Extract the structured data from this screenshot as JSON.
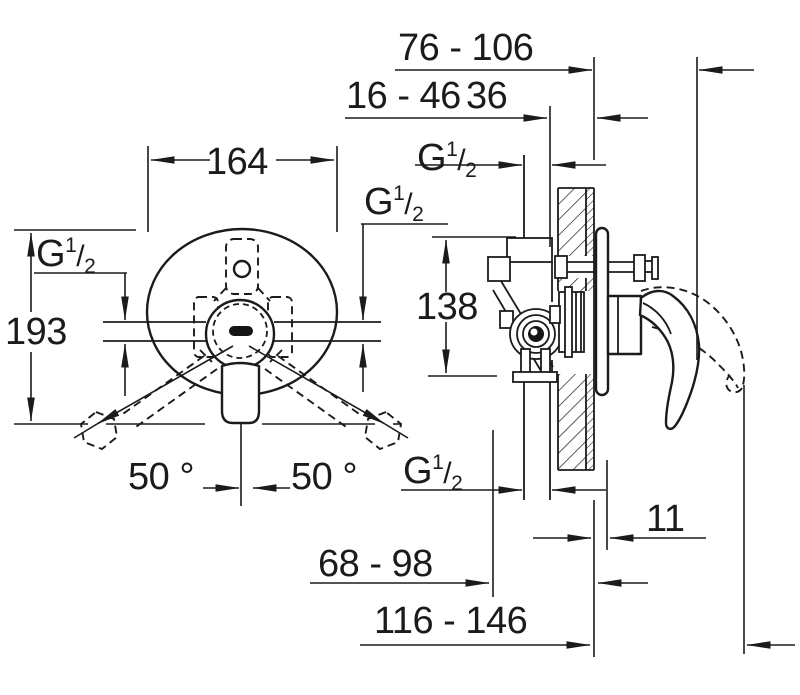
{
  "drawing": {
    "type": "installation-dimension-drawing-concealed-single-lever-mixer",
    "colors": {
      "background": "#ffffff",
      "line": "#1b1b1b",
      "text": "#1b1b1b"
    },
    "thread": {
      "base": "G",
      "numerator": "1",
      "slash": "/",
      "denominator": "2"
    },
    "dims": {
      "depth_total": "76 - 106",
      "depth_rough": "16 - 46",
      "wall": "36",
      "plate_width": "164",
      "height": "193",
      "body_height": "138",
      "angle_left": "50 °",
      "angle_right": "50 °",
      "plate_offset": "11",
      "depth_min": "68 - 98",
      "depth_max": "116 - 146"
    }
  }
}
